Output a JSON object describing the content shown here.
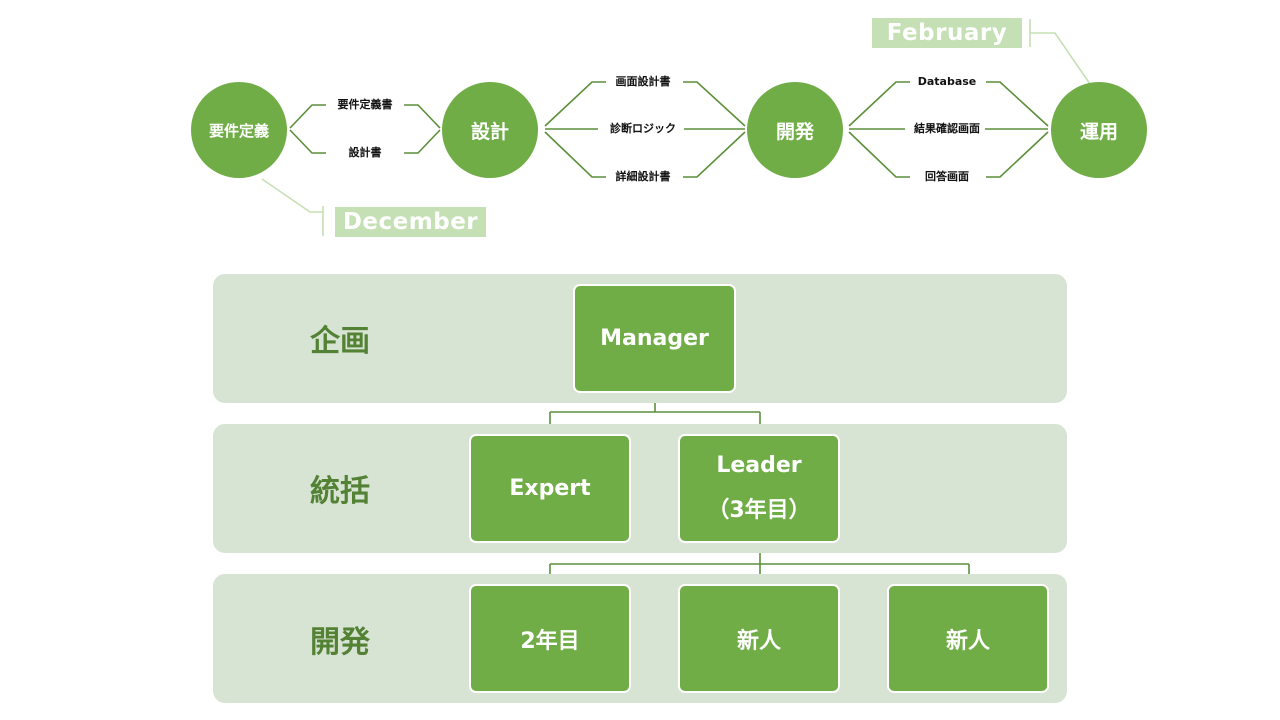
{
  "flow": {
    "phases": [
      {
        "id": "requirements",
        "label": "要件定義"
      },
      {
        "id": "design",
        "label": "設計"
      },
      {
        "id": "development",
        "label": "開発"
      },
      {
        "id": "operation",
        "label": "運用"
      }
    ],
    "deliverables": {
      "requirements": [
        "要件定義書",
        "設計書"
      ],
      "design": [
        "画面設計書",
        "診断ロジック",
        "詳細設計書"
      ],
      "development": [
        "Database",
        "結果確認画面",
        "回答画面"
      ]
    },
    "milestones": {
      "start": "December",
      "end": "February"
    }
  },
  "org": {
    "levels": [
      {
        "id": "planning",
        "label": "企画"
      },
      {
        "id": "integration",
        "label": "統括"
      },
      {
        "id": "development",
        "label": "開発"
      }
    ],
    "roles": {
      "manager": "Manager",
      "expert": "Expert",
      "leader": "Leader",
      "leader_note": "（3年目）",
      "member_2nd_year": "2年目",
      "newcomer_1": "新人",
      "newcomer_2": "新人"
    }
  },
  "colors": {
    "accent_green": "#70ad47",
    "dark_green": "#548235",
    "line_green": "#5c8f3a",
    "light_callout": "#c5e0b4",
    "band_background": "#d7e3d3"
  }
}
